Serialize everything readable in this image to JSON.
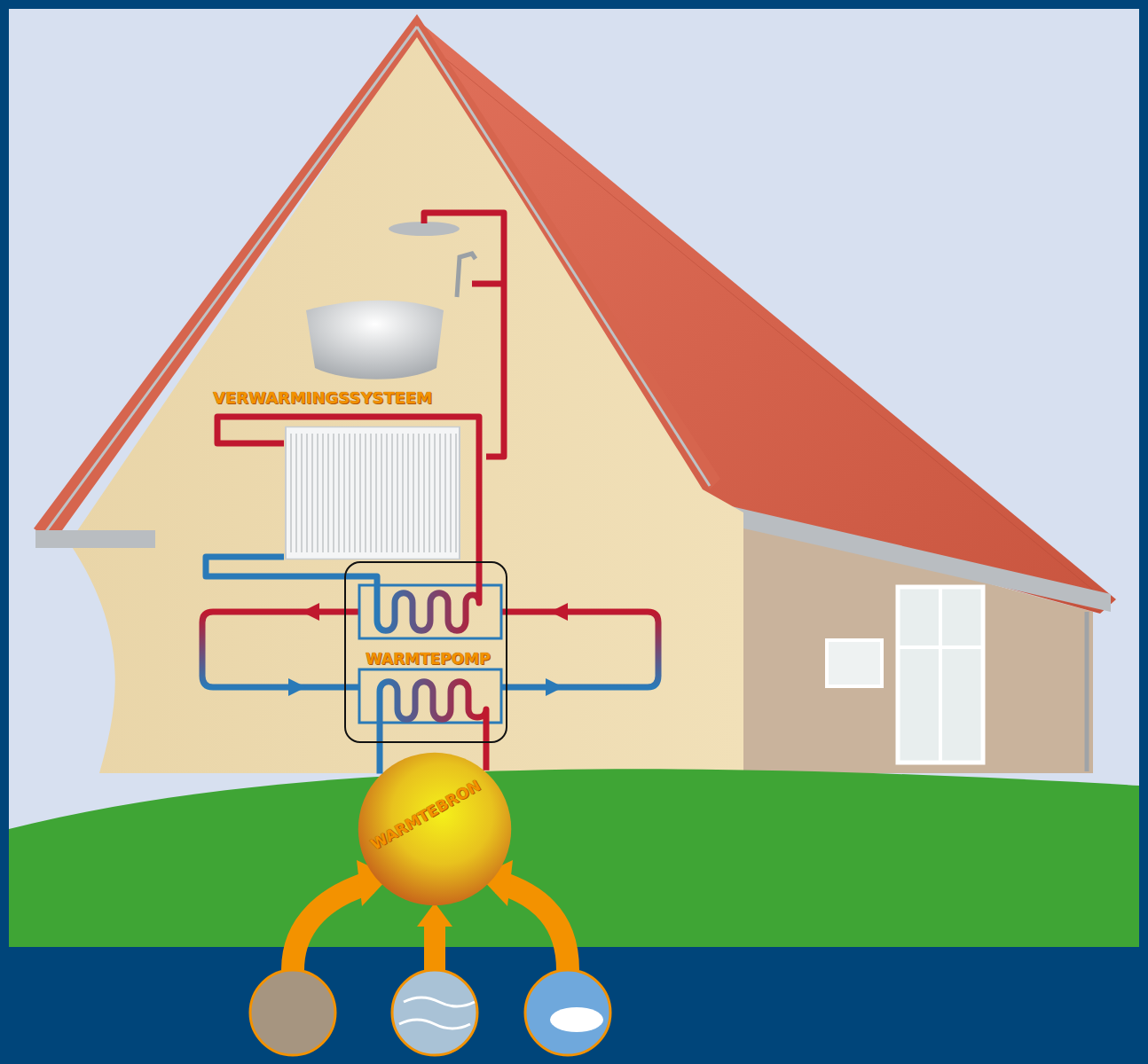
{
  "diagram": {
    "nodes": [
      {
        "text": [
          "VERWARMINGSSYSTEEM"
        ]
      },
      {
        "text": [
          "WARMTEPOMP"
        ]
      },
      {
        "text": [
          "WARMTEBRON"
        ]
      }
    ],
    "edges": [
      {
        "from": 1,
        "to": 0,
        "arrow": "none"
      },
      {
        "from": 0,
        "to": 1,
        "arrow": "none"
      },
      {
        "from": 2,
        "to": 1,
        "arrow": "none"
      },
      {
        "from": 1,
        "to": 2,
        "arrow": "none"
      }
    ]
  }
}
